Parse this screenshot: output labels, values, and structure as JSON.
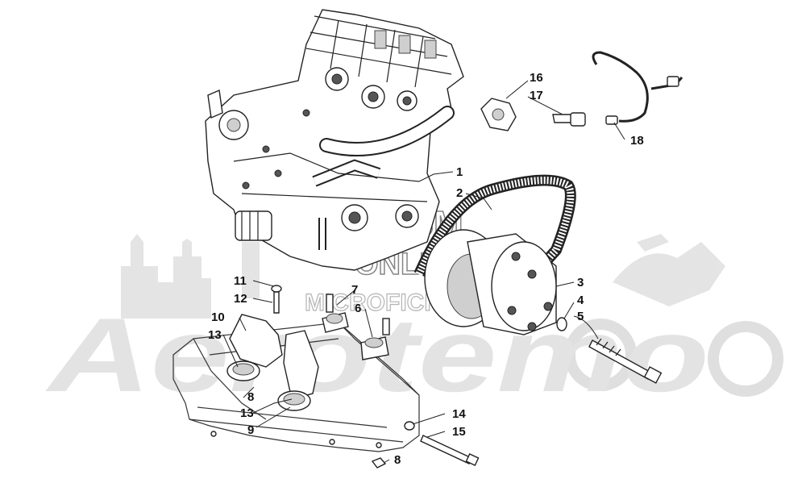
{
  "watermark": {
    "brand": "Aerotemo",
    "line1": "HLSM",
    "line2": "ONLINE",
    "line3": "MICROFICHE"
  },
  "callouts": [
    {
      "id": "c1",
      "label": "1"
    },
    {
      "id": "c2",
      "label": "2"
    },
    {
      "id": "c3",
      "label": "3"
    },
    {
      "id": "c4",
      "label": "4"
    },
    {
      "id": "c5",
      "label": "5"
    },
    {
      "id": "c6",
      "label": "6"
    },
    {
      "id": "c7",
      "label": "7"
    },
    {
      "id": "c8a",
      "label": "8"
    },
    {
      "id": "c8b",
      "label": "8"
    },
    {
      "id": "c9",
      "label": "9"
    },
    {
      "id": "c10",
      "label": "10"
    },
    {
      "id": "c11",
      "label": "11"
    },
    {
      "id": "c12",
      "label": "12"
    },
    {
      "id": "c13a",
      "label": "13"
    },
    {
      "id": "c13b",
      "label": "13"
    },
    {
      "id": "c14",
      "label": "14"
    },
    {
      "id": "c15",
      "label": "15"
    },
    {
      "id": "c16",
      "label": "16"
    },
    {
      "id": "c17",
      "label": "17"
    },
    {
      "id": "c18",
      "label": "18"
    }
  ]
}
